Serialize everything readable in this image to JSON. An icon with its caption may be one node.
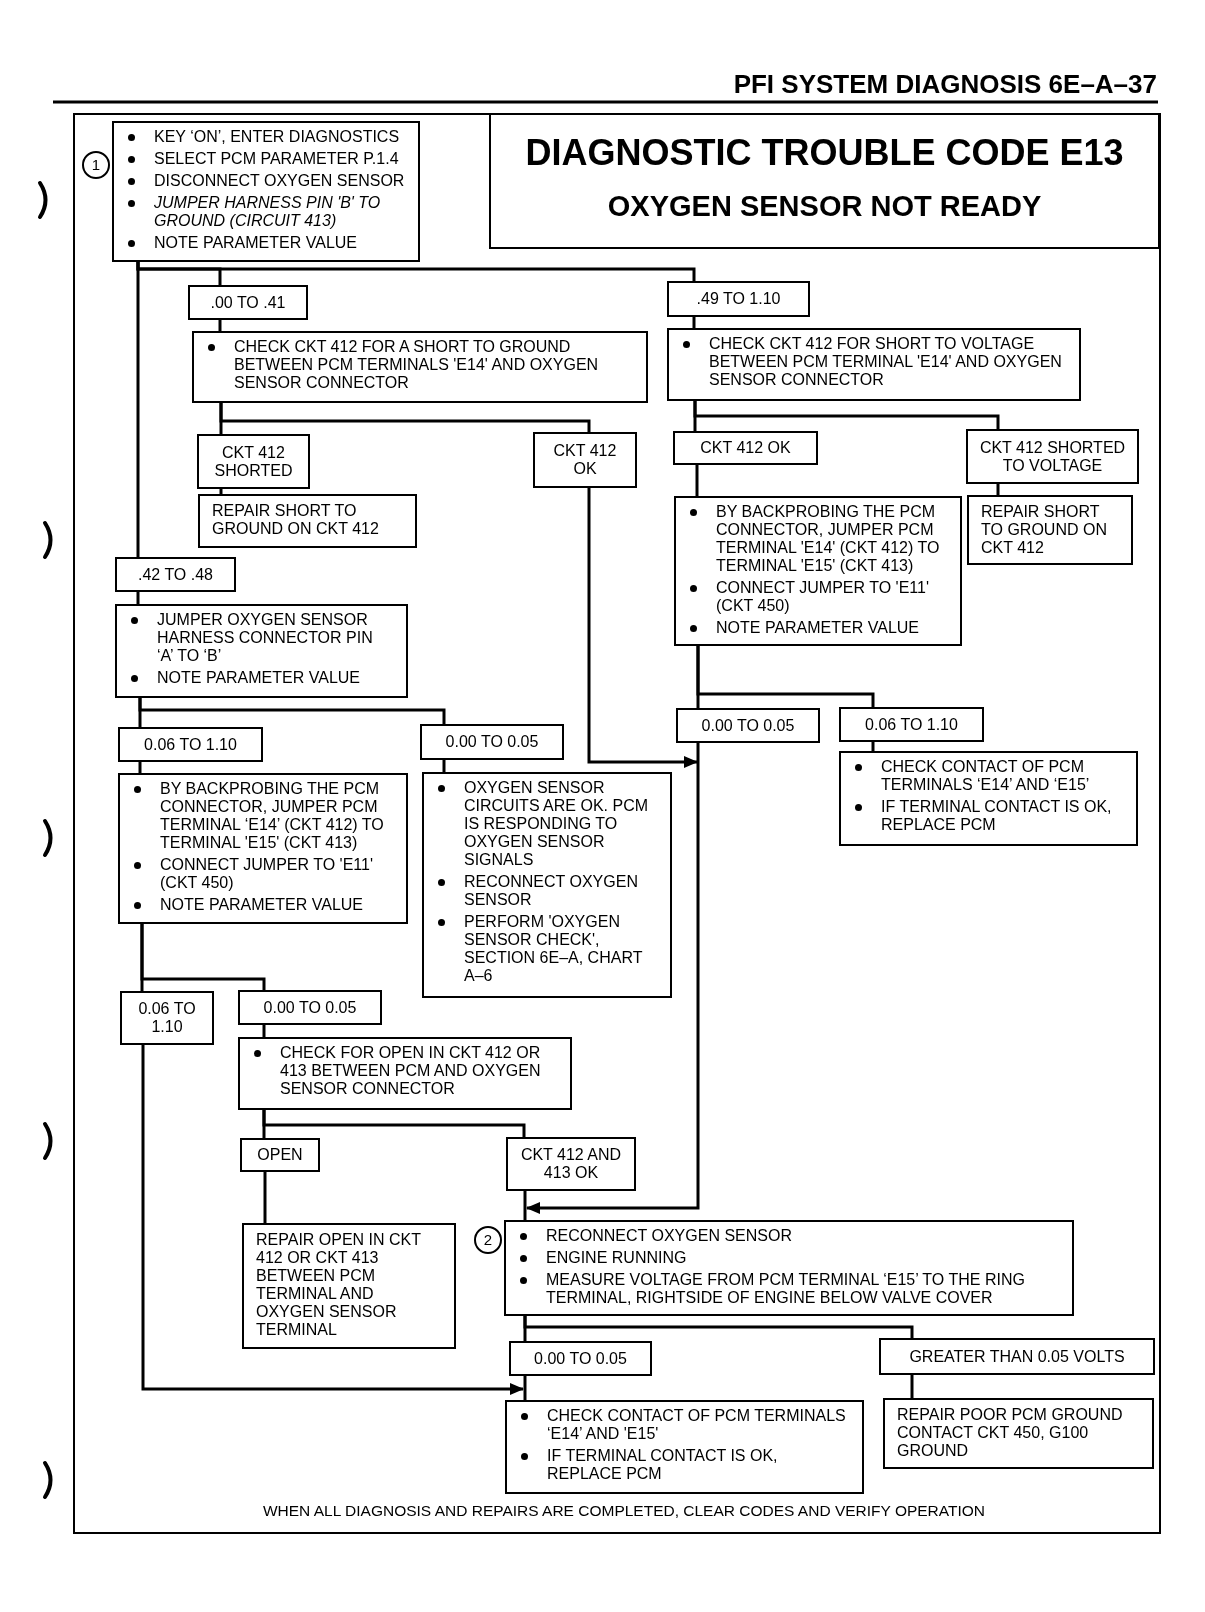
{
  "diagram": {
    "nodes": [
      {
        "text": [
          "DIAGNOSTIC TROUBLE CODE E13",
          "OXYGEN SENSOR NOT READY"
        ]
      },
      {
        "text": [
          "KEY ‘ON’, ENTER DIAGNOSTICS",
          "SELECT PCM PARAMETER P.1.4",
          "DISCONNECT OXYGEN SENSOR",
          "JUMPER HARNESS PIN 'B' TO GROUND (CIRCUIT 413)",
          "NOTE PARAMETER VALUE"
        ],
        "beside": [
          "1"
        ]
      },
      {
        "text": [
          ".00 TO .41"
        ]
      },
      {
        "text": [
          ".49 TO 1.10"
        ]
      },
      {
        "text": [
          "CHECK CKT 412 FOR A SHORT TO GROUND BETWEEN PCM TERMINALS 'E14' AND OXYGEN SENSOR CONNECTOR"
        ]
      },
      {
        "text": [
          "CHECK CKT 412 FOR SHORT TO VOLTAGE BETWEEN PCM TERMINAL 'E14' AND OXYGEN SENSOR CONNECTOR"
        ]
      },
      {
        "text": [
          "CKT 412 SHORTED"
        ]
      },
      {
        "text": [
          "CKT 412 OK"
        ]
      },
      {
        "text": [
          "CKT 412 OK"
        ]
      },
      {
        "text": [
          "CKT 412 SHORTED TO VOLTAGE"
        ]
      },
      {
        "text": [
          "REPAIR SHORT TO GROUND ON CKT 412"
        ]
      },
      {
        "text": [
          "BY BACKPROBING THE PCM CONNECTOR, JUMPER PCM TERMINAL 'E14' (CKT 412) TO TERMINAL 'E15' (CKT 413)",
          "CONNECT JUMPER TO 'E11' (CKT 450)",
          "NOTE PARAMETER VALUE"
        ]
      },
      {
        "text": [
          "REPAIR SHORT TO GROUND ON CKT 412"
        ]
      },
      {
        "text": [
          ".42 TO .48"
        ]
      },
      {
        "text": [
          "JUMPER OXYGEN SENSOR HARNESS CONNECTOR PIN ‘A’ TO ‘B’",
          "NOTE PARAMETER VALUE"
        ]
      },
      {
        "text": [
          "0.00 TO 0.05"
        ]
      },
      {
        "text": [
          "0.06 TO 1.10"
        ]
      },
      {
        "text": [
          "0.06 TO 1.10"
        ]
      },
      {
        "text": [
          "0.00 TO 0.05"
        ]
      },
      {
        "text": [
          "CHECK CONTACT OF PCM TERMINALS ‘E14’ AND ‘E15’",
          "IF TERMINAL CONTACT IS OK, REPLACE PCM"
        ]
      },
      {
        "text": [
          "BY BACKPROBING THE PCM CONNECTOR, JUMPER PCM TERMINAL ‘E14’ (CKT 412) TO TERMINAL 'E15' (CKT 413)",
          "CONNECT JUMPER TO 'E11' (CKT 450)",
          "NOTE PARAMETER VALUE"
        ]
      },
      {
        "text": [
          "OXYGEN SENSOR CIRCUITS ARE OK. PCM IS RESPONDING TO OXYGEN SENSOR SIGNALS",
          "RECONNECT OXYGEN SENSOR",
          "PERFORM 'OXYGEN SENSOR CHECK', SECTION 6E–A, CHART A–6"
        ]
      },
      {
        "text": [
          "0.06 TO 1.10"
        ]
      },
      {
        "text": [
          "0.00 TO 0.05"
        ]
      },
      {
        "text": [
          "CHECK FOR OPEN IN CKT 412 OR 413 BETWEEN PCM AND OXYGEN SENSOR CONNECTOR"
        ]
      },
      {
        "text": [
          "OPEN"
        ]
      },
      {
        "text": [
          "CKT 412 AND 413 OK"
        ]
      },
      {
        "text": [
          "REPAIR OPEN IN CKT 412 OR CKT 413 BETWEEN PCM TERMINAL AND OXYGEN SENSOR TERMINAL"
        ]
      },
      {
        "text": [
          "RECONNECT OXYGEN SENSOR",
          "ENGINE RUNNING",
          "MEASURE VOLTAGE FROM PCM TERMINAL ‘E15’ TO THE RING TERMINAL, RIGHTSIDE OF ENGINE BELOW VALVE COVER"
        ],
        "beside": [
          "2"
        ]
      },
      {
        "text": [
          "0.00 TO 0.05"
        ]
      },
      {
        "text": [
          "GREATER THAN 0.05 VOLTS"
        ]
      },
      {
        "text": [
          "CHECK CONTACT OF PCM TERMINALS ‘E14’ AND 'E15'",
          "IF TERMINAL CONTACT IS OK, REPLACE PCM"
        ]
      },
      {
        "text": [
          "REPAIR POOR PCM GROUND CONTACT CKT 450, G100 GROUND"
        ]
      }
    ],
    "edges": [
      {
        "from": 1,
        "to": 2,
        "arrow": "none"
      },
      {
        "from": 1,
        "to": 13,
        "arrow": "none"
      },
      {
        "from": 1,
        "to": 3,
        "arrow": "none"
      },
      {
        "from": 2,
        "to": 4,
        "arrow": "none"
      },
      {
        "from": 3,
        "to": 5,
        "arrow": "none"
      },
      {
        "from": 4,
        "to": 6,
        "arrow": "none"
      },
      {
        "from": 4,
        "to": 7,
        "arrow": "none"
      },
      {
        "from": 5,
        "to": 8,
        "arrow": "none"
      },
      {
        "from": 5,
        "to": 9,
        "arrow": "none"
      },
      {
        "from": 6,
        "to": 10,
        "arrow": "none"
      },
      {
        "from": 8,
        "to": 11,
        "arrow": "none"
      },
      {
        "from": 9,
        "to": 12,
        "arrow": "none"
      },
      {
        "from": 7,
        "to": 28,
        "arrow": "to"
      },
      {
        "from": 13,
        "to": 14,
        "arrow": "none"
      },
      {
        "from": 11,
        "to": 15,
        "arrow": "none"
      },
      {
        "from": 11,
        "to": 16,
        "arrow": "none"
      },
      {
        "from": 14,
        "to": 17,
        "arrow": "none"
      },
      {
        "from": 14,
        "to": 18,
        "arrow": "none"
      },
      {
        "from": 16,
        "to": 19,
        "arrow": "none"
      },
      {
        "from": 15,
        "to": 28,
        "arrow": "to"
      },
      {
        "from": 17,
        "to": 20,
        "arrow": "none"
      },
      {
        "from": 18,
        "to": 21,
        "arrow": "none"
      },
      {
        "from": 20,
        "to": 22,
        "arrow": "none"
      },
      {
        "from": 20,
        "to": 23,
        "arrow": "none"
      },
      {
        "from": 23,
        "to": 24,
        "arrow": "none"
      },
      {
        "from": 24,
        "to": 25,
        "arrow": "none"
      },
      {
        "from": 24,
        "to": 26,
        "arrow": "none"
      },
      {
        "from": 25,
        "to": 27,
        "arrow": "none"
      },
      {
        "from": 26,
        "to": 28,
        "arrow": "none"
      },
      {
        "from": 22,
        "to": 31,
        "arrow": "to"
      },
      {
        "from": 28,
        "to": 29,
        "arrow": "none"
      },
      {
        "from": 28,
        "to": 30,
        "arrow": "none"
      },
      {
        "from": 29,
        "to": 31,
        "arrow": "none"
      },
      {
        "from": 30,
        "to": 32,
        "arrow": "none"
      }
    ],
    "labels": [
      "PFI SYSTEM DIAGNOSIS 6E–A–37",
      "WHEN ALL DIAGNOSIS AND REPAIRS ARE COMPLETED, CLEAR CODES AND VERIFY OPERATION"
    ]
  }
}
